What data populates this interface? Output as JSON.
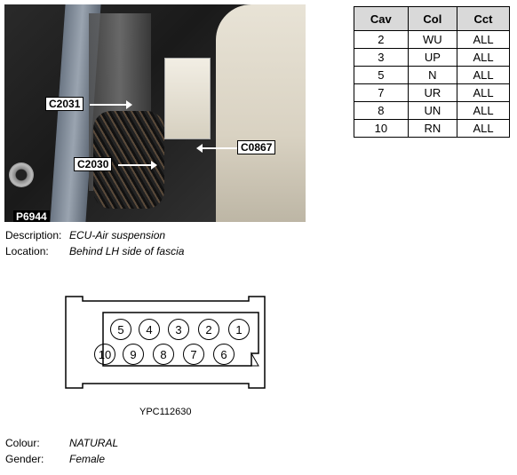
{
  "photo": {
    "id": "P6944",
    "callouts": [
      "C2031",
      "C2030",
      "C0867"
    ]
  },
  "table": {
    "headers": [
      "Cav",
      "Col",
      "Cct"
    ],
    "rows": [
      [
        "2",
        "WU",
        "ALL"
      ],
      [
        "3",
        "UP",
        "ALL"
      ],
      [
        "5",
        "N",
        "ALL"
      ],
      [
        "7",
        "UR",
        "ALL"
      ],
      [
        "8",
        "UN",
        "ALL"
      ],
      [
        "10",
        "RN",
        "ALL"
      ]
    ]
  },
  "info": {
    "description_label": "Description:",
    "description_value": "ECU-Air suspension",
    "location_label": "Location:",
    "location_value": "Behind LH side of fascia",
    "colour_label": "Colour:",
    "colour_value": "NATURAL",
    "gender_label": "Gender:",
    "gender_value": "Female"
  },
  "connector": {
    "top_row": [
      "5",
      "4",
      "3",
      "2",
      "1"
    ],
    "bottom_row": [
      "10",
      "9",
      "8",
      "7",
      "6"
    ],
    "caption": "YPC112630"
  }
}
